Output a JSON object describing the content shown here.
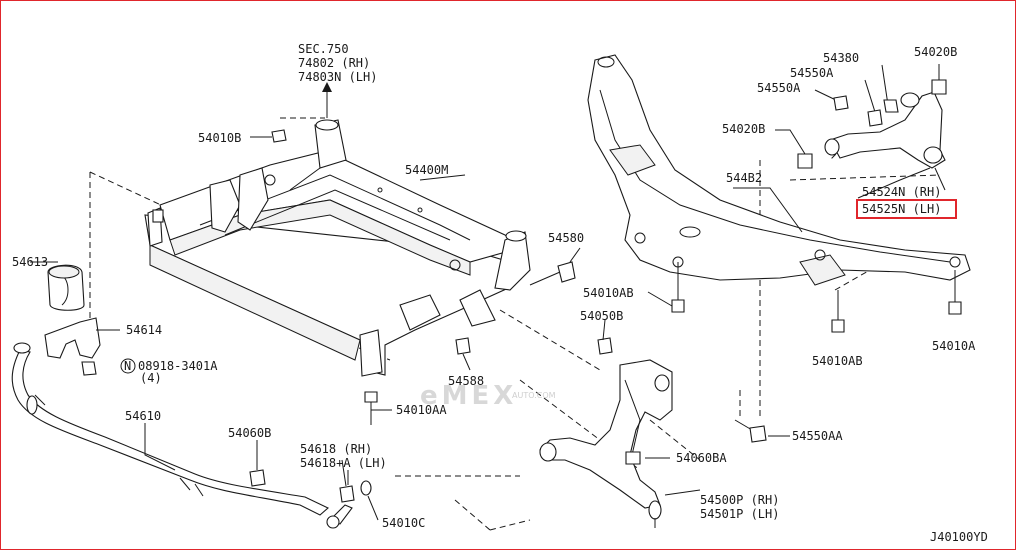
{
  "diagram_id": "J40100YD",
  "watermark": {
    "brand": "eMEX",
    "domain": "AUTO.COM"
  },
  "highlight_color": "#e0262c",
  "callouts": {
    "sec750": "SEC.750",
    "sec750_rh": "74802 (RH)",
    "sec750_lh": "74803N (LH)",
    "p54010B": "54010B",
    "p54400M": "54400M",
    "p54580": "54580",
    "p54613": "54613",
    "p54614": "54614",
    "p08918": "08918-3401A",
    "p08918_qty": "(4)",
    "p08918_prefix": "N",
    "p54588": "54588",
    "p54010AA": "54010AA",
    "p54610": "54610",
    "p54060B": "54060B",
    "p54618_rh": "54618 (RH)",
    "p54618_lh": "54618+A (LH)",
    "p54010C": "54010C",
    "p54380": "54380",
    "p54550A_1": "54550A",
    "p54550A_2": "54550A",
    "p54020B_top": "54020B",
    "p54020B_mid": "54020B",
    "p544B2": "544B2",
    "p54524N": "54524N (RH)",
    "p54525N": "54525N (LH)",
    "p54010AB_left": "54010AB",
    "p54050B": "54050B",
    "p54010AB_right": "54010AB",
    "p54010A": "54010A",
    "p54550AA": "54550AA",
    "p54060BA": "54060BA",
    "p54500P": "54500P (RH)",
    "p54501P": "54501P (LH)"
  }
}
